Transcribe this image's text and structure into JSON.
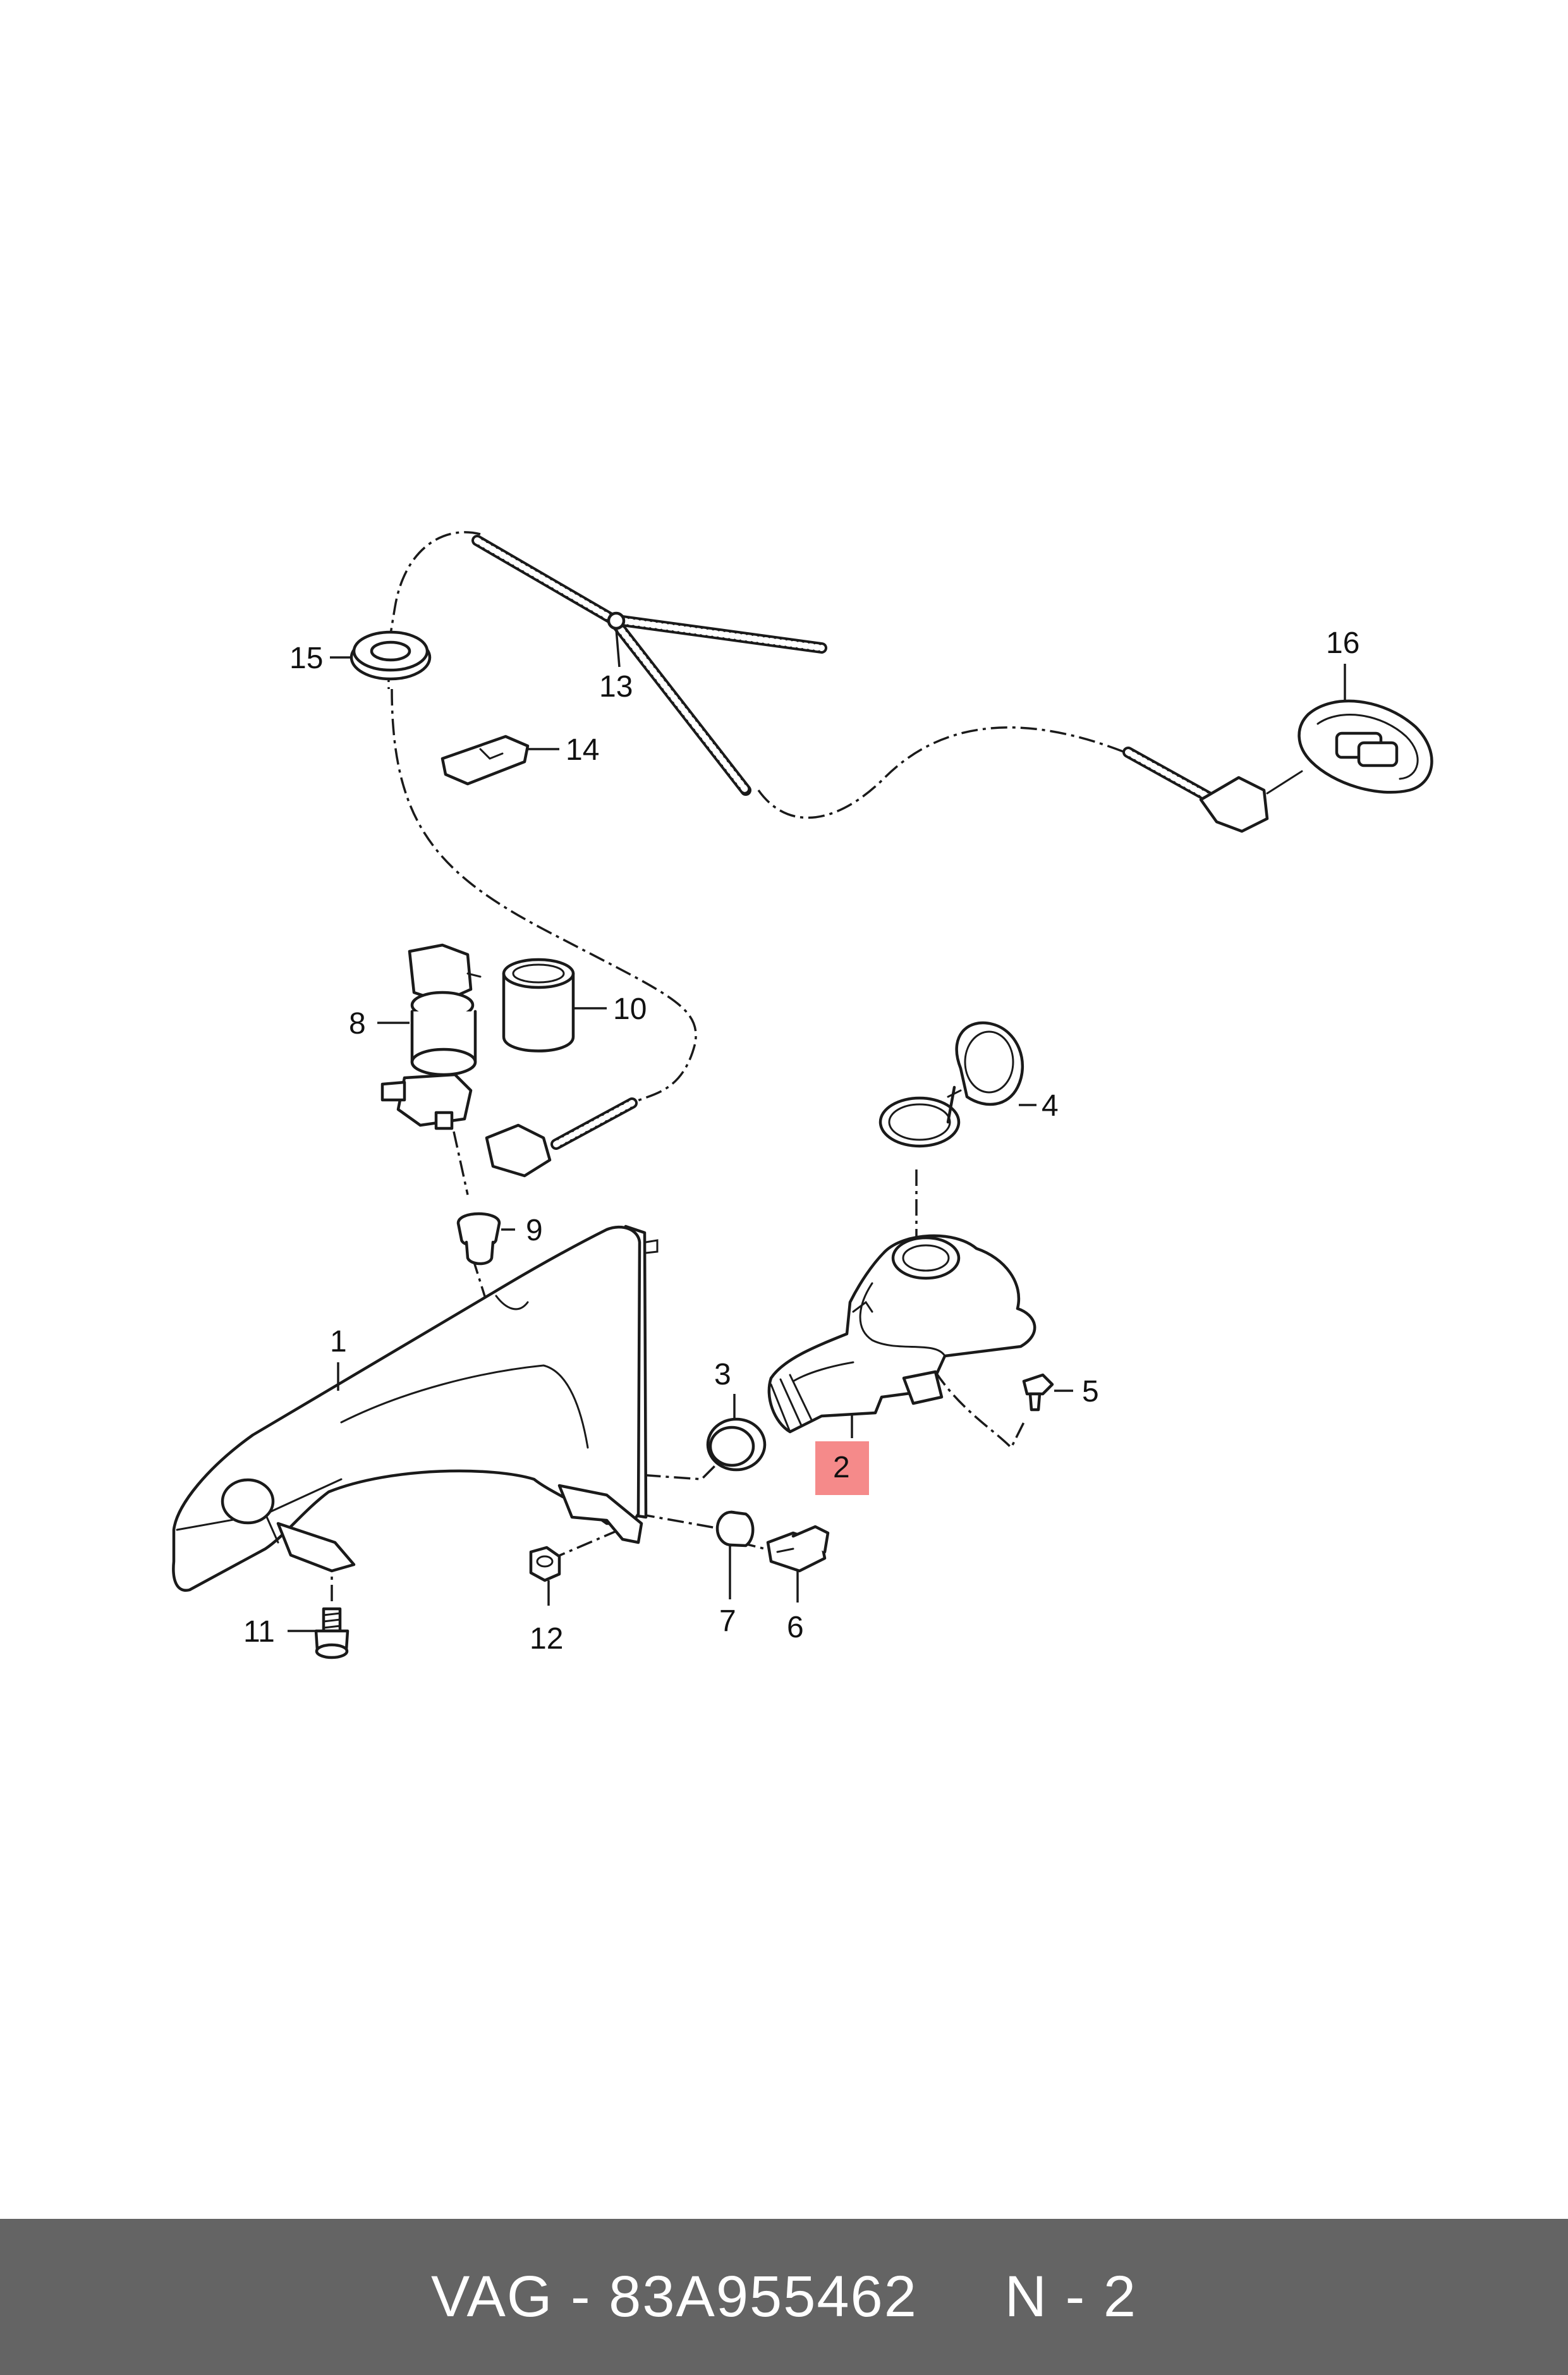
{
  "diagram": {
    "callouts": [
      {
        "id": "1",
        "label": "1"
      },
      {
        "id": "2",
        "label": "2",
        "highlight_color": "#f58a8a"
      },
      {
        "id": "3",
        "label": "3"
      },
      {
        "id": "4",
        "label": "4"
      },
      {
        "id": "5",
        "label": "5"
      },
      {
        "id": "6",
        "label": "6"
      },
      {
        "id": "7",
        "label": "7"
      },
      {
        "id": "8",
        "label": "8"
      },
      {
        "id": "9",
        "label": "9"
      },
      {
        "id": "10",
        "label": "10"
      },
      {
        "id": "11",
        "label": "11"
      },
      {
        "id": "12",
        "label": "12"
      },
      {
        "id": "13",
        "label": "13"
      },
      {
        "id": "14",
        "label": "14"
      },
      {
        "id": "15",
        "label": "15"
      },
      {
        "id": "16",
        "label": "16"
      }
    ]
  },
  "footer": {
    "text": "VAG - 83A955462     N - 2",
    "background_color": "#646464",
    "text_color": "#ffffff"
  }
}
